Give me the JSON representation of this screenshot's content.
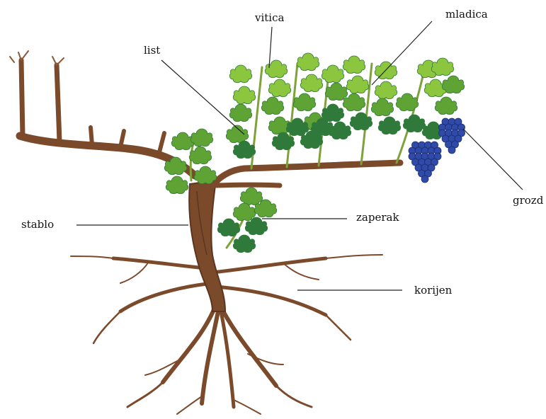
{
  "labels": {
    "vitica": "vitica",
    "mladica": "mladica",
    "list": "list",
    "grozd": "grozd",
    "zaperak": "zaperak",
    "stablo": "stablo",
    "korijen": "korijen"
  },
  "colors": {
    "trunk": "#7a4a2b",
    "trunk_dark": "#5b3520",
    "leaf_light": "#8cc63f",
    "leaf_mid": "#5fa335",
    "leaf_dark": "#2f7a3a",
    "grape": "#2f4aa8",
    "line": "#222222"
  },
  "icons": {
    "plant": "grapevine-illustration",
    "fruit": "grape-cluster-icon"
  }
}
